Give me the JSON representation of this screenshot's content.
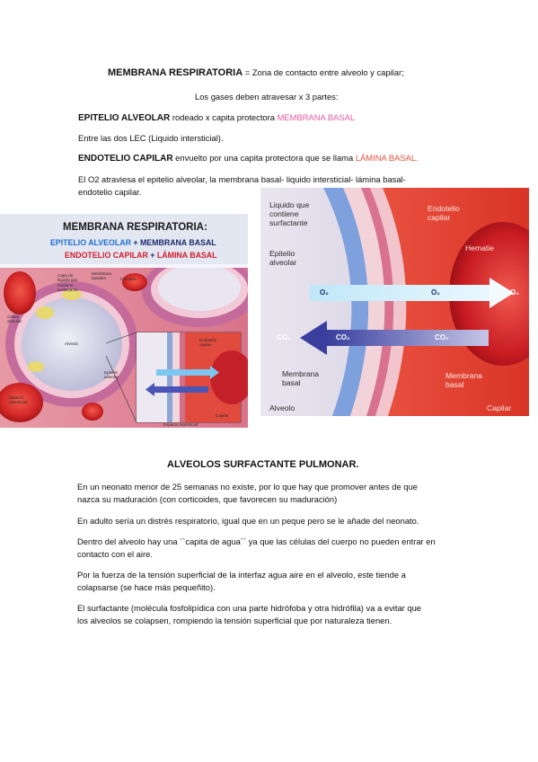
{
  "title": {
    "bold": "MEMBRANA RESPIRATORIA",
    "rest": " = Zona de contacto entre alveolo y capilar;"
  },
  "subtitle": "Los gases deben atravesar x 3 partes:",
  "epitelio": {
    "bold": "EPITELIO ALVEOLAR",
    "normal": " rodeado x capita protectora ",
    "highlight": "MEMBRANA BASAL"
  },
  "entre": "Entre las dos LEC (Liquido intersticial).",
  "endotelio": {
    "bold": "ENDOTELIO CAPILAR",
    "normal": " envuelto por una capita protectora que se llama ",
    "highlight": "LÁMINA BASAL."
  },
  "o2_paragraph": [
    "El O2 atraviesa el epitelio alveolar, la membrana basal- liquido intersticial- lámina basal-",
    "endotelio capilar."
  ],
  "left_figure": {
    "header_title": "MEMBRANA RESPIRATORIA:",
    "line2_a": "EPITELIO ALVEOLAR",
    "plus": " + ",
    "line2_b": "MEMBRANA BASAL",
    "line3_a": "ENDOTELIO CAPILAR",
    "line3_b": "LÁMINA BASAL",
    "labels": {
      "capa": "Capa de\nlíquido que\ncontiene\nsurfactante",
      "membrana": "Membrana\nbasales",
      "hematie": "Hematie",
      "celula": "Célula\nalveolar",
      "alveolo": "Alveolo",
      "epitelio": "Epitelio\nalveolar",
      "endotelio": "Endotelio\ncapilar",
      "espacio": "Espacio\nintersticial",
      "espacio2": "Espacio intersticial",
      "capilar": "Capilar"
    }
  },
  "right_figure": {
    "liquido": "Liquido que\ncontiene\nsurfactante",
    "epitelio": "Epitelio\nalveolar",
    "endotelio": "Endotelio\ncapilar",
    "hematie": "Hematie",
    "o2": "O₂",
    "co2": "CO₂",
    "membrana_left": "Membrana\nbasal",
    "membrana_right": "Membrana\nbasal",
    "alveolo": "Alveolo",
    "capilar": "Capilar"
  },
  "section2_title": "ALVEOLOS SURFACTANTE PULMONAR.",
  "paragraphs": [
    [
      "En un neonato menor de 25 semanas no existe, por lo que hay que promover antes de que",
      "nazca su maduración (con corticoides, que favorecen su maduración)"
    ],
    [
      " En adulto sería un distrés respiratorio, igual que en un peque pero se le añade del neonato."
    ],
    [
      "Dentro del alveolo hay una ``capita de agua´´ ya que las células del cuerpo no pueden entrar en",
      "contacto con el aire."
    ],
    [
      "Por la fuerza de la tensión superficial de la interfaz agua aire en el alveolo, este tiende a",
      "colapsarse (se hace más pequeñito)."
    ],
    [
      "El surfactante (molécula fosfolipídica con una parte hidrófoba y otra hidrófila) va a evitar que",
      "los alveolos se colapsen, rompiendo la tensión superficial que por naturaleza tienen."
    ]
  ],
  "colors": {
    "pink_highlight": "#e85aa0",
    "red_highlight": "#e8503c",
    "header_blue": "#1f6fd1",
    "header_red": "#d31c2a"
  }
}
